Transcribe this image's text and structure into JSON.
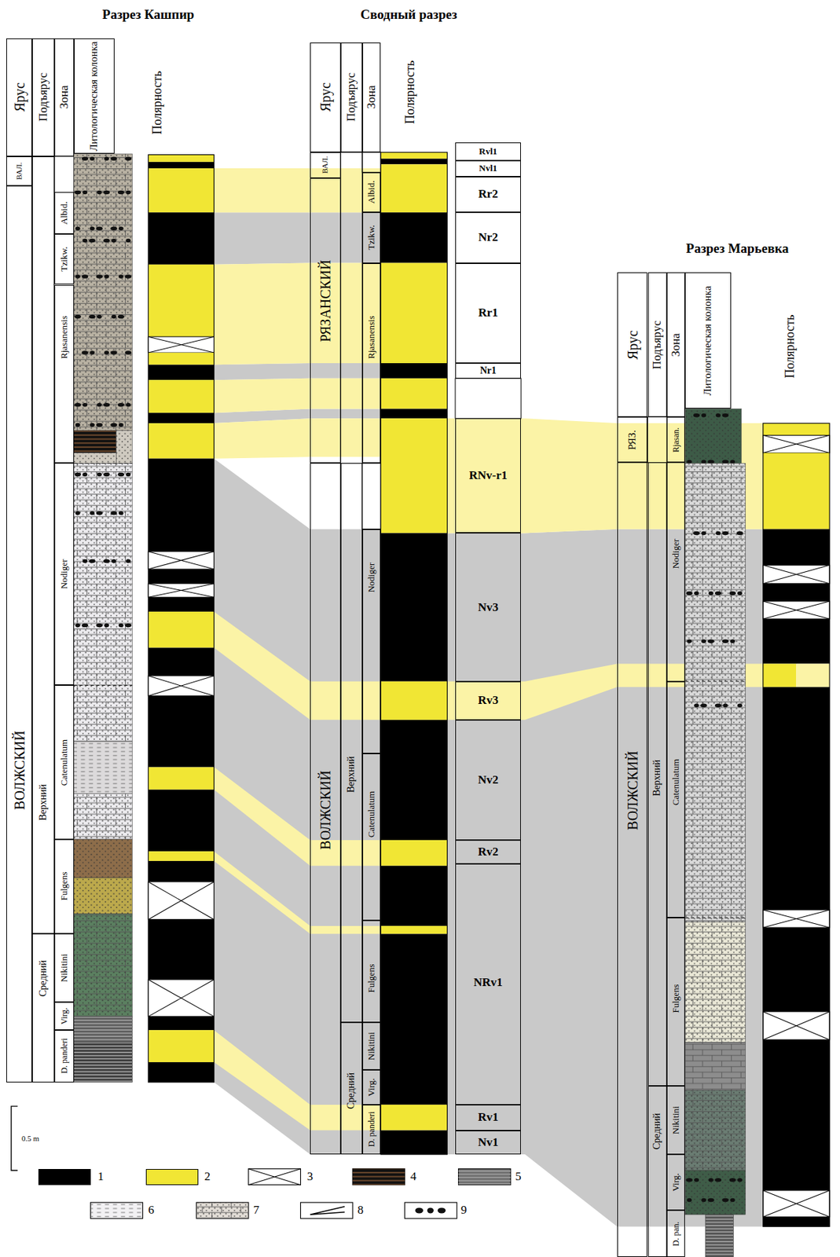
{
  "diagram": {
    "nodes": [
      {
        "text": [
          "Ярус"
        ]
      },
      {
        "text": [
          "Подъярус"
        ]
      },
      {
        "text": [
          "Зона"
        ]
      },
      {
        "text": [
          "Литологическая колонка"
        ]
      },
      {
        "text": [
          "ВАЛ."
        ]
      },
      {
        "text": [
          "ВОЛЖСКИЙ"
        ]
      },
      {
        "text": [
          "Верхний"
        ]
      },
      {
        "text": [
          "Средний"
        ]
      },
      {
        "text": [
          "Albid."
        ]
      },
      {
        "text": [
          "Tzikw."
        ]
      },
      {
        "text": [
          "Rjasanensis"
        ]
      },
      {
        "text": [
          "Nodiger"
        ]
      },
      {
        "text": [
          "Catenulatum"
        ]
      },
      {
        "text": [
          "Fulgens"
        ]
      },
      {
        "text": [
          "Nikitini"
        ]
      },
      {
        "text": [
          "Virg."
        ]
      },
      {
        "text": [
          "D. panderi"
        ]
      },
      {
        "text": [
          "Ярус"
        ]
      },
      {
        "text": [
          "Подъярус"
        ]
      },
      {
        "text": [
          "Зона"
        ]
      },
      {
        "text": [
          "ВАЛ."
        ]
      },
      {
        "text": [
          "РЯЗАНСКИЙ"
        ]
      },
      {
        "text": [
          "ВОЛЖСКИЙ"
        ]
      },
      {
        "text": [
          "Верхний"
        ]
      },
      {
        "text": [
          "Средний"
        ]
      },
      {
        "text": [
          "Albid."
        ]
      },
      {
        "text": [
          "Tzikw."
        ]
      },
      {
        "text": [
          "Rjasanensis"
        ]
      },
      {
        "text": [
          "Nodiger"
        ]
      },
      {
        "text": [
          "Catenulatum"
        ]
      },
      {
        "text": [
          "Fulgens"
        ]
      },
      {
        "text": [
          "Nikitini"
        ]
      },
      {
        "text": [
          "Virg."
        ]
      },
      {
        "text": [
          "D. panderi"
        ]
      },
      {
        "text": [
          "Rvl1"
        ]
      },
      {
        "text": [
          "Nvl1"
        ]
      },
      {
        "text": [
          "Rr2"
        ]
      },
      {
        "text": [
          "Nr2"
        ]
      },
      {
        "text": [
          "Rr1"
        ]
      },
      {
        "text": [
          "Nr1"
        ]
      },
      {
        "text": [
          "RNv-r1"
        ]
      },
      {
        "text": [
          "Nv3"
        ]
      },
      {
        "text": [
          "Rv3"
        ]
      },
      {
        "text": [
          "Nv2"
        ]
      },
      {
        "text": [
          "Rv2"
        ]
      },
      {
        "text": [
          "NRv1"
        ]
      },
      {
        "text": [
          "Rv1"
        ]
      },
      {
        "text": [
          "Nv1"
        ]
      },
      {
        "text": [
          "Ярус"
        ]
      },
      {
        "text": [
          "Подъярус"
        ]
      },
      {
        "text": [
          "Зона"
        ]
      },
      {
        "text": [
          "Литологическая колонка"
        ]
      },
      {
        "text": [
          "РЯЗ."
        ]
      },
      {
        "text": [
          "ВОЛЖСКИЙ"
        ]
      },
      {
        "text": [
          "Верхний"
        ]
      },
      {
        "text": [
          "Средний"
        ]
      },
      {
        "text": [
          "Rjasan."
        ]
      },
      {
        "text": [
          "Nodiger"
        ]
      },
      {
        "text": [
          "Catenulatum"
        ]
      },
      {
        "text": [
          "Fulgens"
        ]
      },
      {
        "text": [
          "Nikitini"
        ]
      },
      {
        "text": [
          "Virg."
        ]
      },
      {
        "text": [
          "D. pan."
        ]
      }
    ],
    "labels": [
      "Разрез Кашпир",
      "Полярность",
      "Сводный разрез",
      "Полярность",
      "Разрез Марьевка",
      "Полярность",
      "0.5 m"
    ],
    "legend": [
      {
        "text": "1",
        "color": "#000000"
      },
      {
        "text": "2",
        "color": "#f1e634"
      },
      {
        "text": "3"
      },
      {
        "text": "4"
      },
      {
        "text": "5"
      },
      {
        "text": "6"
      },
      {
        "text": "7"
      },
      {
        "text": "8"
      },
      {
        "text": "9"
      }
    ]
  }
}
